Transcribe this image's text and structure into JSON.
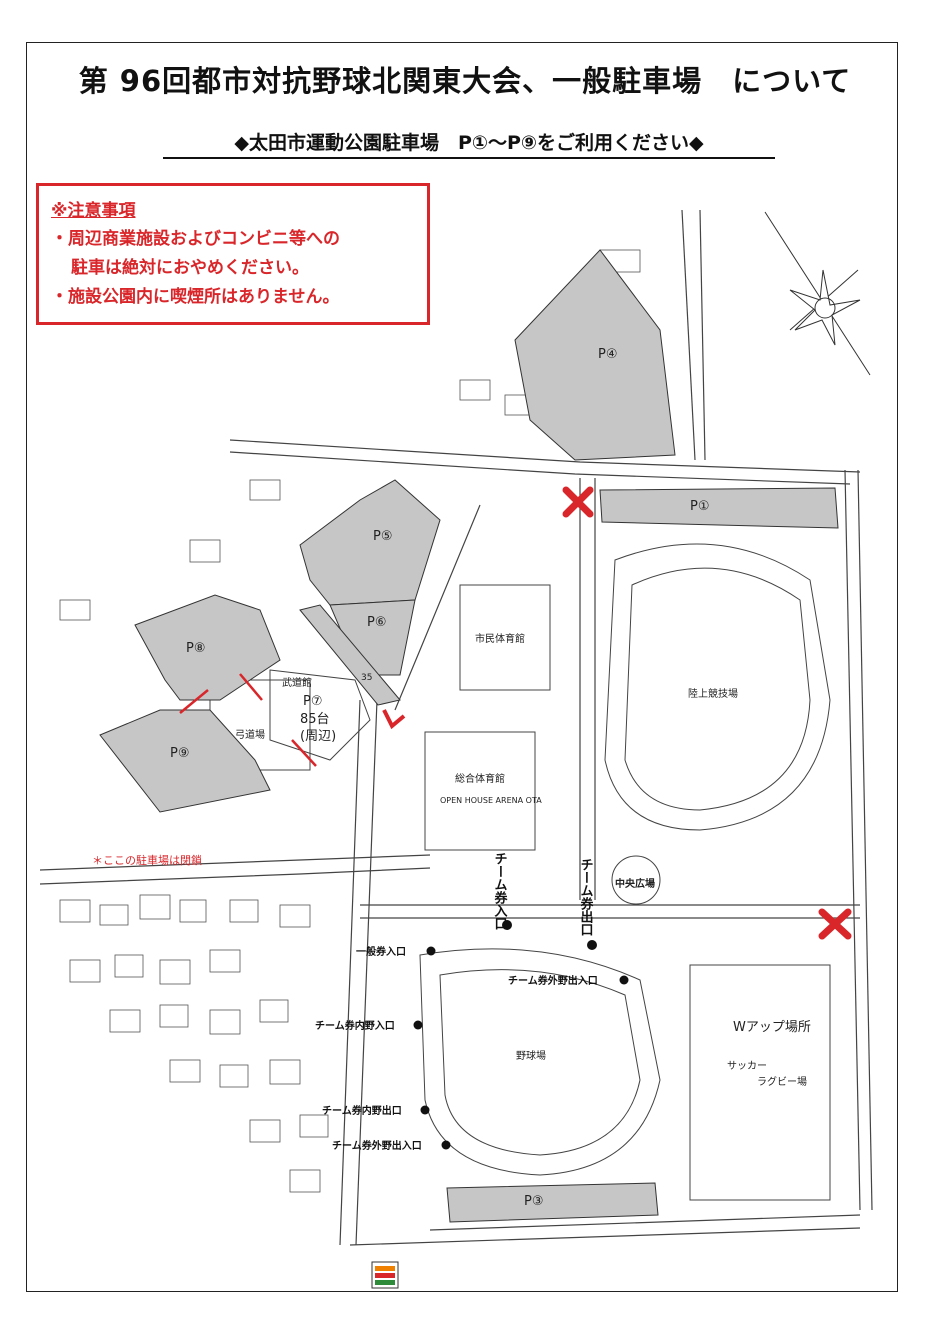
{
  "header": {
    "title": "第 96回都市対抗野球北関東大会、一般駐車場　について",
    "subtitle": "◆太田市運動公園駐車場　P①～P⑨をご利用ください◆"
  },
  "notice": {
    "heading": "※注意事項",
    "line1": "・周辺商業施設およびコンビニ等への",
    "line2": "駐車は絶対におやめください。",
    "line3": "・施設公園内に喫煙所はありません。"
  },
  "parking": {
    "p1": "P①",
    "p3": "P③",
    "p4": "P④",
    "p5": "P⑤",
    "p6": "P⑥",
    "p7": "P⑦",
    "p7_count": "85台",
    "p7_note": "(周辺)",
    "p8": "P⑧",
    "p9": "P⑨"
  },
  "facilities": {
    "shimin_gym": "市民体育館",
    "athletics": "陸上競技場",
    "sogo_gym": "総合体育館",
    "arena_name": "OPEN HOUSE ARENA OTA",
    "chuo_hiroba": "中央広場",
    "wup": "Wアップ場所",
    "soccer": "サッカー",
    "rugby": "ラグビー場",
    "baseball": "野球場",
    "budokan": "武道館",
    "kyudojo": "弓道場",
    "closed_note": "＊ここの駐車場は閉鎖",
    "num35": "35"
  },
  "entrances": {
    "team_in": "チーム券入口",
    "team_out": "チーム券出口",
    "general_in": "一般券入口",
    "team_outfield_in_top": "チーム券外野出入口",
    "team_infield_in": "チーム券内野入口",
    "team_infield_out": "チーム券内野出口",
    "team_outfield_in_bottom": "チーム券外野出入口"
  },
  "colors": {
    "parking_fill": "#c6c6c6",
    "red": "#d9262a",
    "line": "#333333"
  }
}
